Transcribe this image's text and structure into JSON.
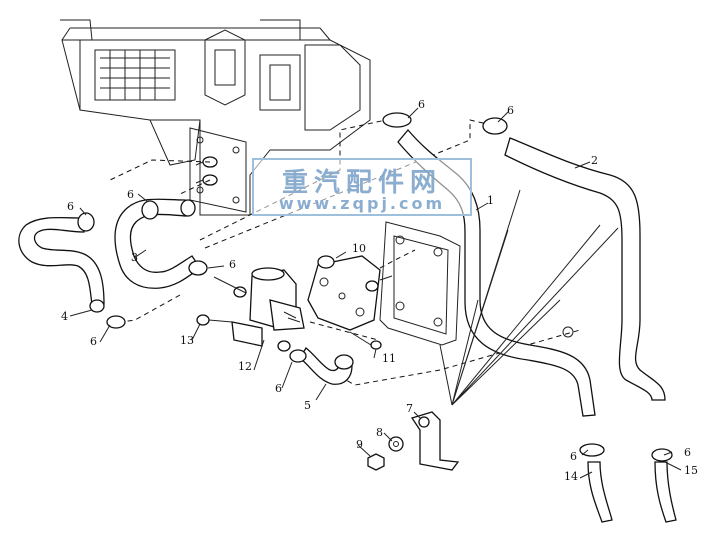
{
  "watermark": {
    "title": "重汽配件网",
    "url": "www.zqpj.com"
  },
  "callouts": [
    {
      "id": "c1",
      "text": "1"
    },
    {
      "id": "c2",
      "text": "2"
    },
    {
      "id": "c3",
      "text": "3"
    },
    {
      "id": "c4",
      "text": "4"
    },
    {
      "id": "c5",
      "text": "5"
    },
    {
      "id": "c6a",
      "text": "6"
    },
    {
      "id": "c6b",
      "text": "6"
    },
    {
      "id": "c6c",
      "text": "6"
    },
    {
      "id": "c6d",
      "text": "6"
    },
    {
      "id": "c6e",
      "text": "6"
    },
    {
      "id": "c6f",
      "text": "6"
    },
    {
      "id": "c6g",
      "text": "6"
    },
    {
      "id": "c6h",
      "text": "6"
    },
    {
      "id": "c6i",
      "text": "6"
    },
    {
      "id": "c7",
      "text": "7"
    },
    {
      "id": "c8",
      "text": "8"
    },
    {
      "id": "c9",
      "text": "9"
    },
    {
      "id": "c10",
      "text": "10"
    },
    {
      "id": "c11",
      "text": "11"
    },
    {
      "id": "c12",
      "text": "12"
    },
    {
      "id": "c13",
      "text": "13"
    },
    {
      "id": "c14",
      "text": "14"
    },
    {
      "id": "c15",
      "text": "15"
    }
  ]
}
